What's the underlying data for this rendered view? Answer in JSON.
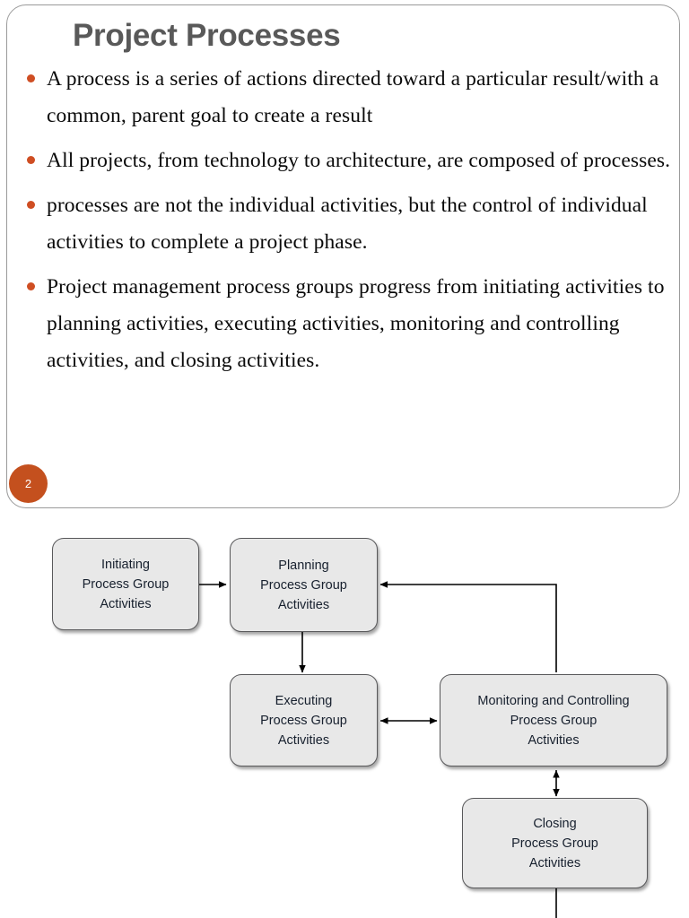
{
  "slide": {
    "title": "Project Processes",
    "page_number": "2",
    "accent_color": "#cf4e23",
    "badge_color": "#c4501e",
    "title_color": "#595959",
    "bullets": [
      "A process is a series of actions directed toward a particular result/with a common, parent goal to create a result",
      "All projects, from technology to architecture, are composed of processes.",
      "processes are not the individual activities, but the control of individual activities to complete a project phase.",
      "Project management process groups progress from initiating activities to planning activities, executing activities, monitoring and controlling activities, and closing activities."
    ]
  },
  "diagram": {
    "box_fill": "#e8e8e8",
    "box_border": "#58585a",
    "text_color": "#17202e",
    "boxes": [
      {
        "id": "initiating",
        "line1": "Initiating",
        "line2": "Process Group",
        "line3": "Activities"
      },
      {
        "id": "planning",
        "line1": "Planning",
        "line2": "Process Group",
        "line3": "Activities"
      },
      {
        "id": "executing",
        "line1": "Executing",
        "line2": "Process Group",
        "line3": "Activities"
      },
      {
        "id": "monitoring",
        "line1": "Monitoring and Controlling",
        "line2": "Process Group",
        "line3": "Activities"
      },
      {
        "id": "closing",
        "line1": "Closing",
        "line2": "Process Group",
        "line3": "Activities"
      }
    ],
    "connectors": [
      {
        "from": "initiating",
        "to": "planning",
        "style": "single-arrow-right"
      },
      {
        "from": "planning",
        "to": "executing",
        "style": "single-arrow-down"
      },
      {
        "from": "executing",
        "to": "monitoring",
        "style": "double-arrow-horizontal"
      },
      {
        "from": "monitoring",
        "to": "planning",
        "style": "feedback-loop-right-up-left"
      },
      {
        "from": "monitoring",
        "to": "closing",
        "style": "double-arrow-vertical"
      },
      {
        "from": "closing",
        "to": "",
        "style": "line-down-offpage"
      }
    ]
  }
}
